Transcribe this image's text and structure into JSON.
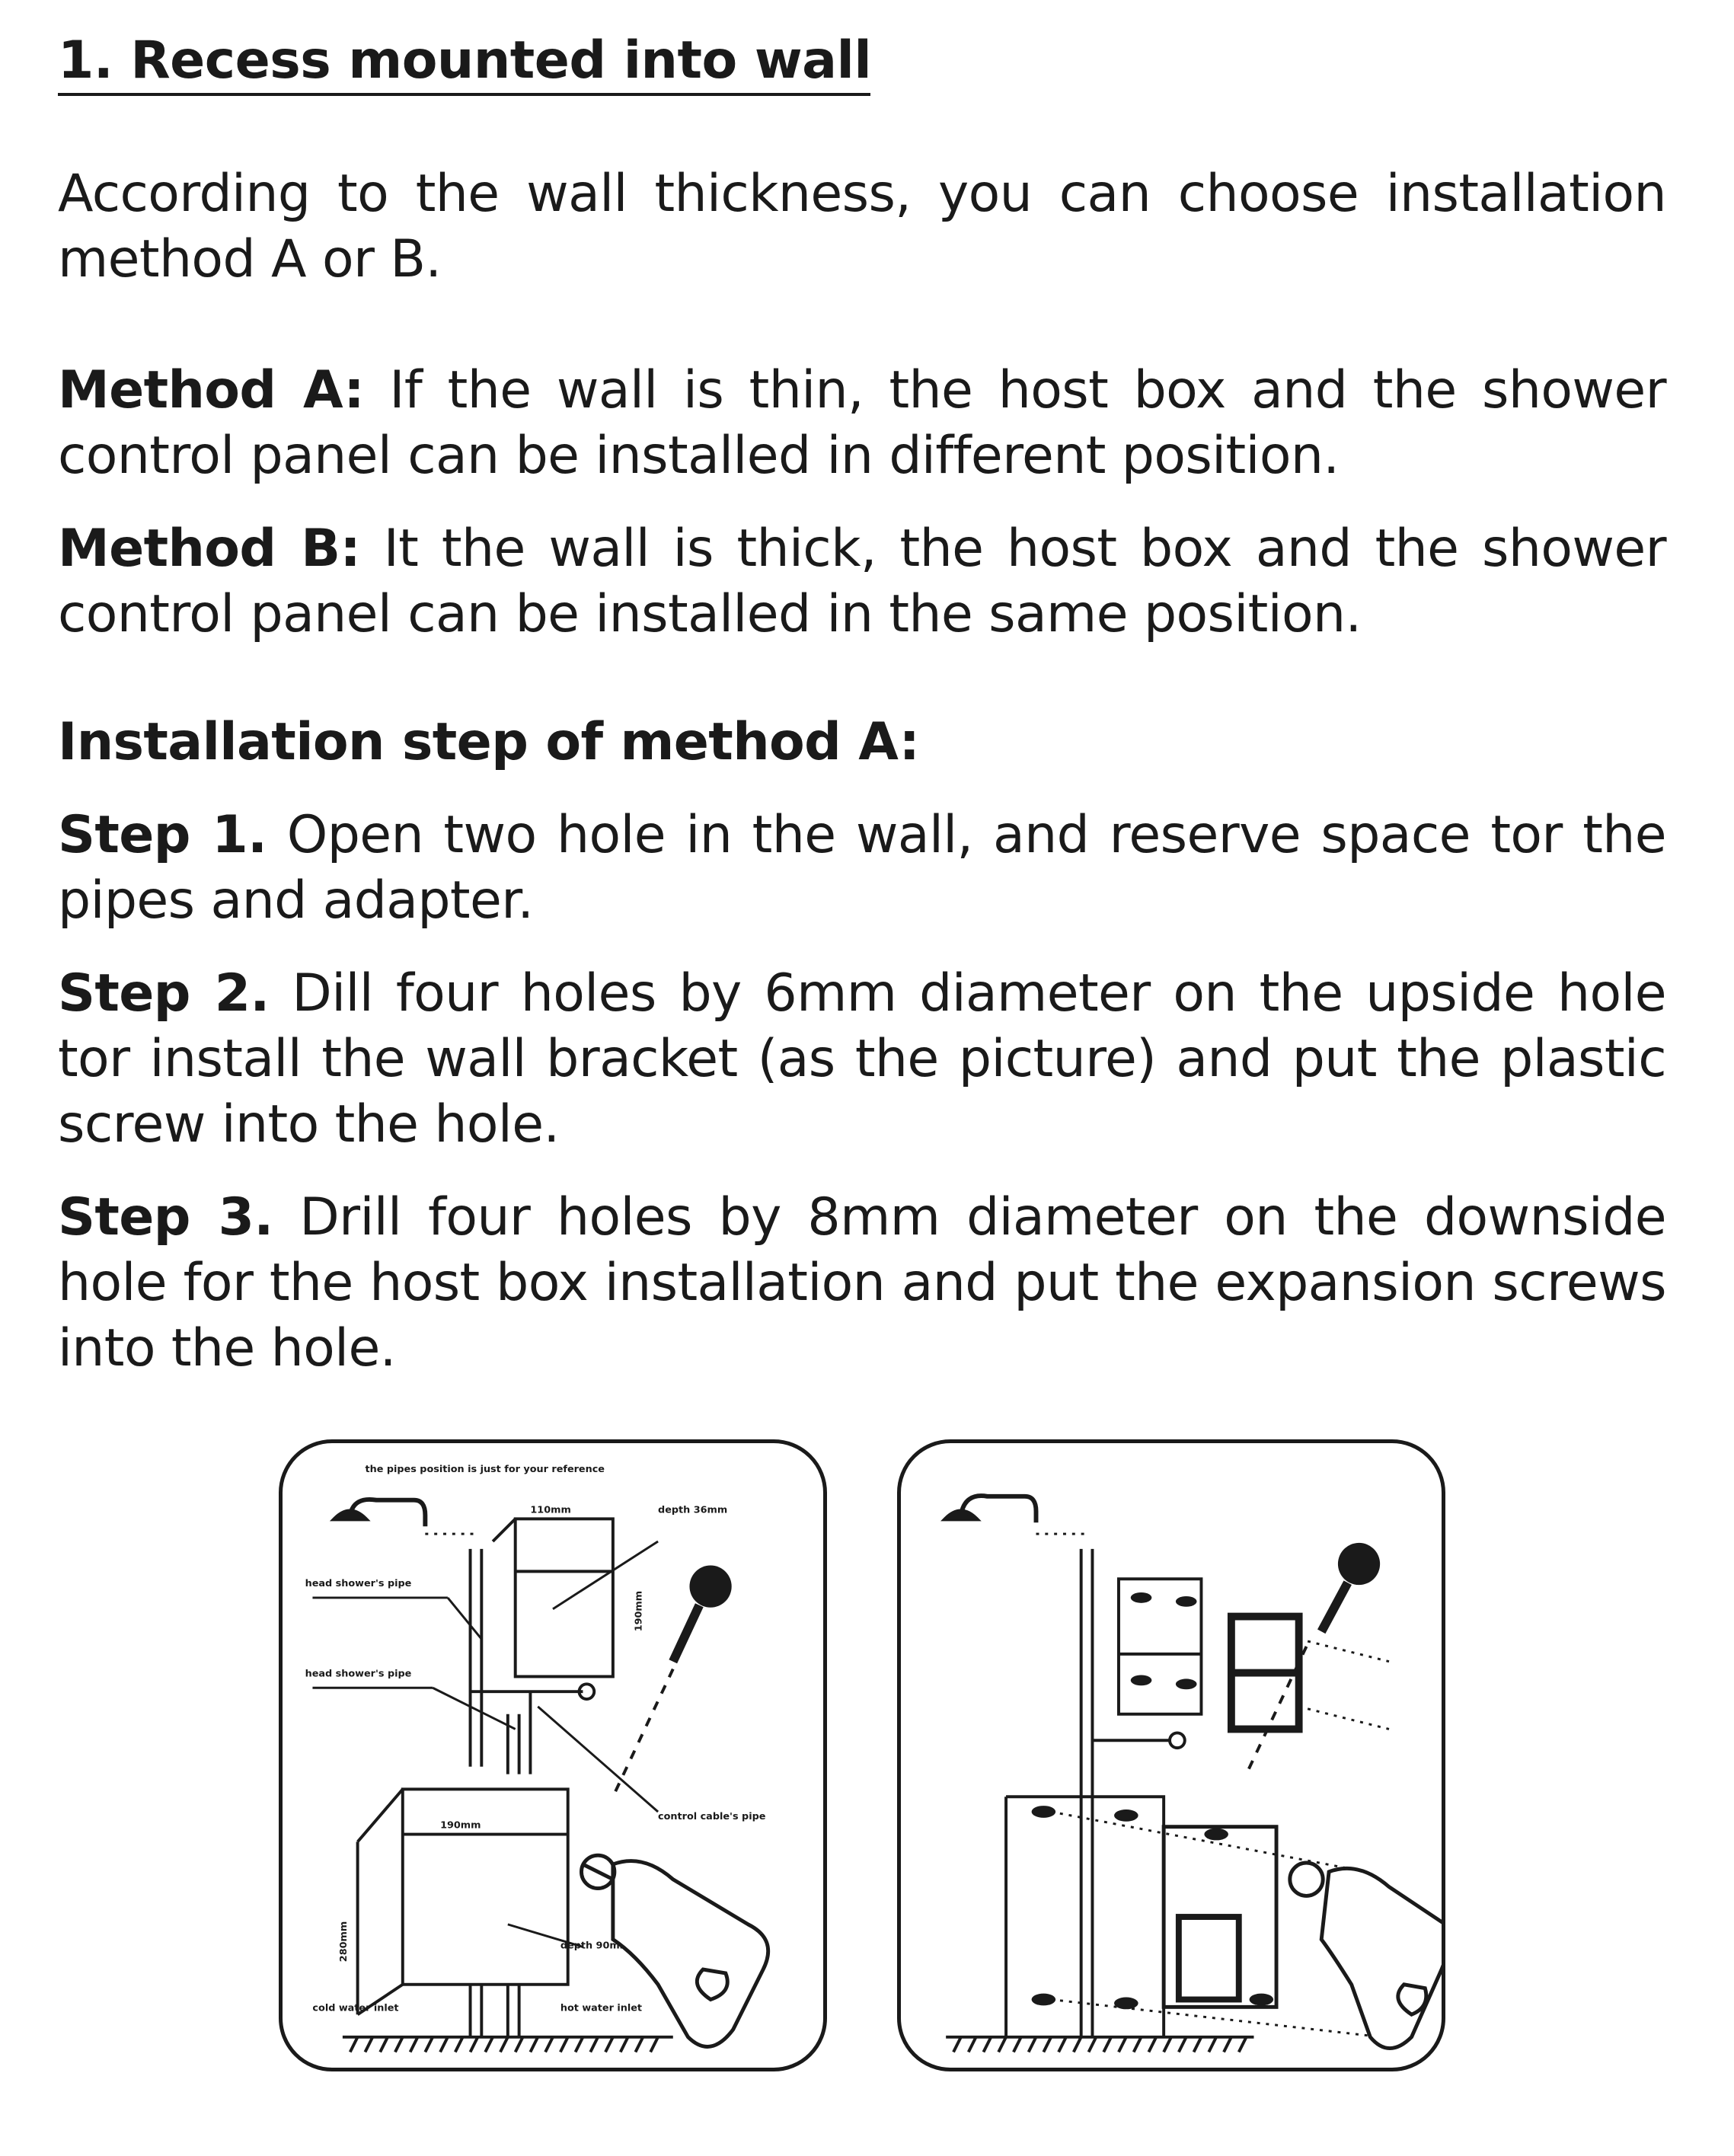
{
  "heading": "1. Recess mounted into wall",
  "intro": "According to the wall thickness, you can choose installation method A or B.",
  "method_a": {
    "label": "Method A:",
    "text": " If the wall is thin, the host box and the shower control panel can be installed in different position."
  },
  "method_b": {
    "label": "Method B:",
    "text": " It the wall is thick, the host box and the shower control panel can be installed in the same position."
  },
  "install_heading": "Installation step of method A:",
  "steps": [
    {
      "label": "Step 1.",
      "text": " Open two hole in the wall, and reserve space tor the pipes and adapter."
    },
    {
      "label": "Step 2.",
      "text": " Dill four holes by 6mm diameter on the upside hole tor install the wall bracket (as the picture) and put the plastic screw into the hole."
    },
    {
      "label": "Step 3.",
      "text": " Drill four holes by 8mm diameter on the downside hole for the host box installation and put the expansion screws into the hole."
    }
  ],
  "figure_a": {
    "caption": "the pipes position is just for your reference",
    "dim_width_top": "110mm",
    "dim_depth_top": "depth 36mm",
    "dim_height_top": "190mm",
    "label_head_pipe_1": "head shower's pipe",
    "label_head_pipe_2": "head shower's pipe",
    "label_control_cable": "control cable's pipe",
    "dim_width_bottom": "190mm",
    "dim_height_bottom": "280mm",
    "dim_depth_bottom": "depth 90mm",
    "label_cold_inlet": "cold water inlet",
    "label_hot_inlet": "hot water inlet"
  }
}
